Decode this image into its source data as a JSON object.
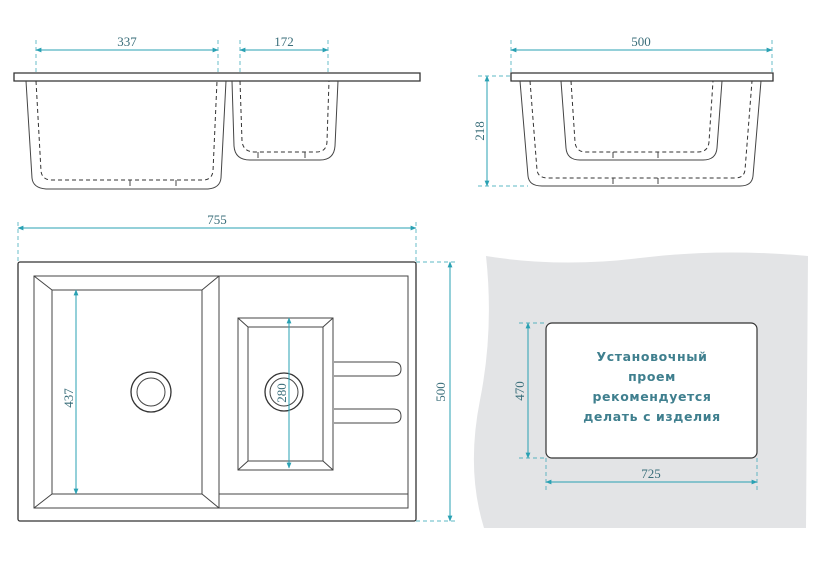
{
  "dimensions": {
    "left_bowl_width": "337",
    "right_bowl_width": "172",
    "side_width": "500",
    "depth": "218",
    "total_length": "755",
    "left_bowl_length": "437",
    "right_bowl_length": "280",
    "total_width": "500",
    "cutout_height": "470",
    "cutout_width": "725"
  },
  "note": {
    "line1": "Установочный",
    "line2": "проем",
    "line3": "рекомендуется",
    "line4": "делать с изделия"
  },
  "colors": {
    "dimension_line": "#2aa1b3",
    "dimension_text": "#3a6e7a",
    "note_text": "#3f7f8e",
    "countertop": "#e3e4e6",
    "outline": "#333333"
  }
}
